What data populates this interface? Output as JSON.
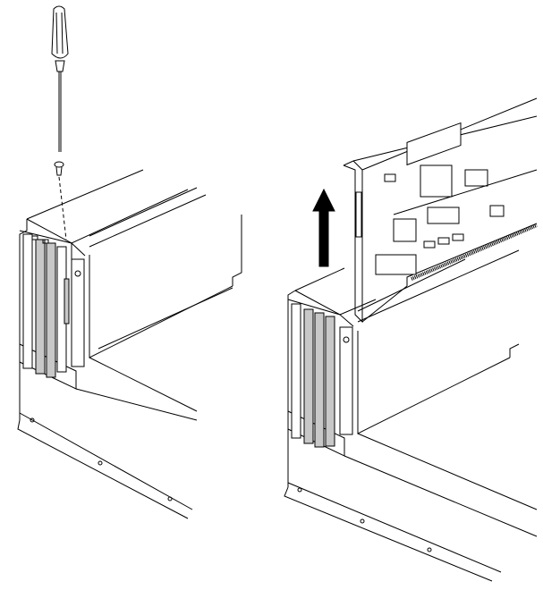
{
  "figure": {
    "panels": [
      {
        "id": "left",
        "step": "remove-screw",
        "icons": [
          "screwdriver-icon",
          "screw-icon",
          "expansion-slot-chassis"
        ]
      },
      {
        "id": "right",
        "step": "lift-card",
        "icons": [
          "up-arrow-icon",
          "expansion-card",
          "expansion-slot-chassis"
        ]
      }
    ],
    "colors": {
      "line": "#000000",
      "fill": "#ffffff",
      "shade": "#c8c8c8",
      "arrow": "#000000"
    }
  }
}
